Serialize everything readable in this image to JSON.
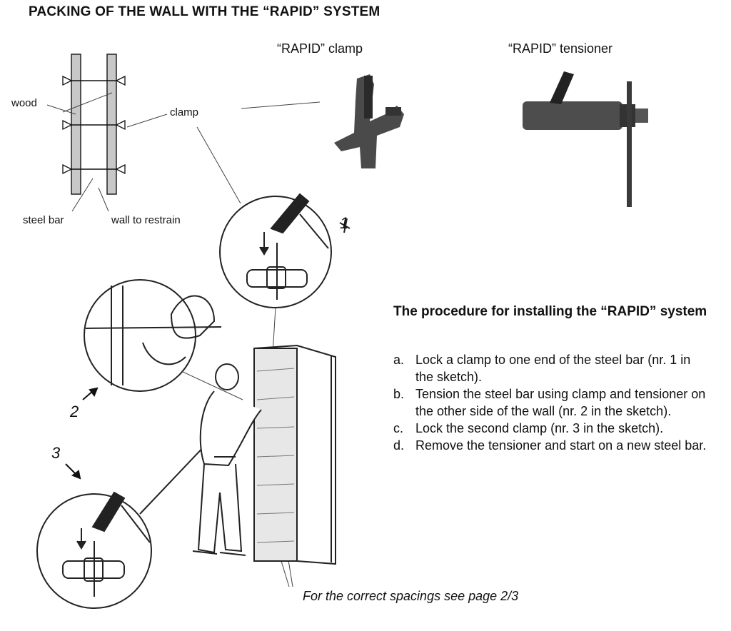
{
  "title": "PACKING OF THE WALL WITH THE “RAPID” SYSTEM",
  "diagram": {
    "wood": "wood",
    "clamp": "clamp",
    "steel_bar": "steel bar",
    "wall": "wall to restrain"
  },
  "photos": {
    "clamp_caption": "“RAPID” clamp",
    "tensioner_caption": "“RAPID” tensioner"
  },
  "procedure": {
    "title": "The procedure for installing the “RAPID” system",
    "steps": [
      {
        "marker": "a.",
        "text": "Lock a clamp to one end of the steel bar (nr. 1 in the sketch)."
      },
      {
        "marker": "b.",
        "text": "Tension the steel bar using clamp and tensioner on the other side of the wall (nr. 2 in the sketch)."
      },
      {
        "marker": "c.",
        "text": "Lock the second clamp (nr. 3 in the sketch)."
      },
      {
        "marker": "d.",
        "text": "Remove the tensioner and start on a new steel bar."
      }
    ]
  },
  "sketch": {
    "num1": "1",
    "num2": "2",
    "num3": "3"
  },
  "footnote": "For the correct spacings see page 2/3"
}
